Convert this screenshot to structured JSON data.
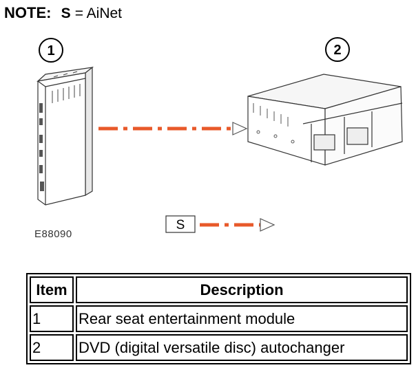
{
  "note": {
    "label": "NOTE:",
    "symbol": "S",
    "definition": "= AiNet"
  },
  "diagram": {
    "callouts": [
      "1",
      "2"
    ],
    "signal_box_label": "S",
    "figure_code": "E88090",
    "arrow_color": "#e8592a"
  },
  "legend_table": {
    "headers": [
      "Item",
      "Description"
    ],
    "rows": [
      {
        "item": "1",
        "description": "Rear seat entertainment module"
      },
      {
        "item": "2",
        "description": "DVD (digital versatile disc) autochanger"
      }
    ]
  }
}
